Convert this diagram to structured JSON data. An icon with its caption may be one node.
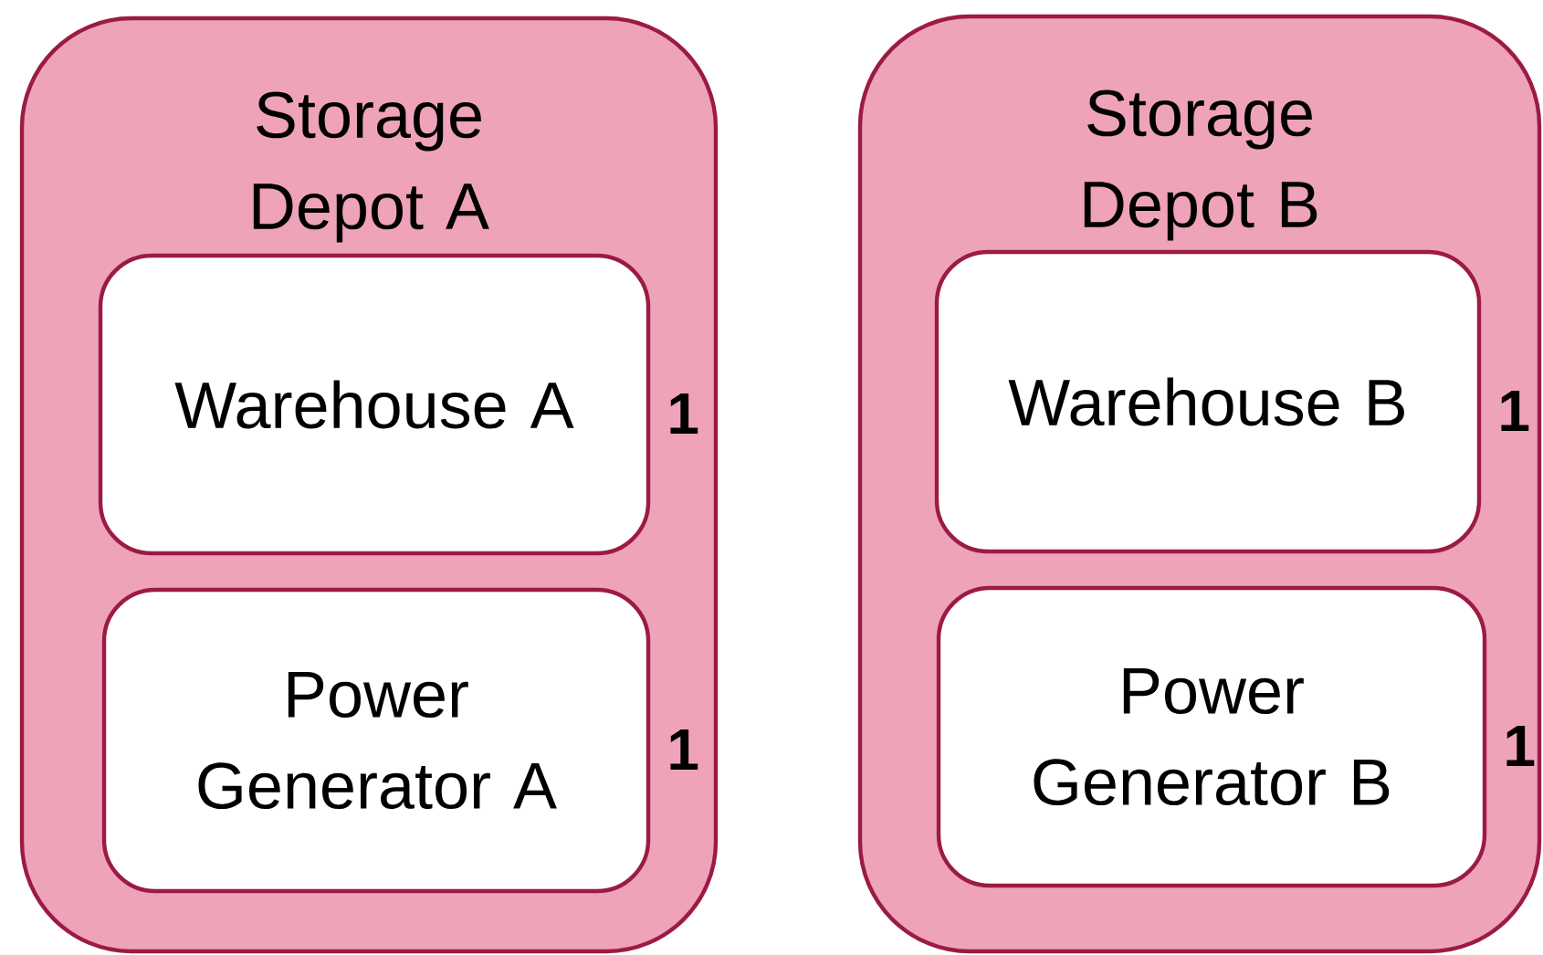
{
  "diagram": {
    "nodes": [
      {
        "text": [
          "Storage Depot A"
        ]
      },
      {
        "text": [
          "Warehouse A"
        ],
        "in": 0,
        "beside": [
          "1"
        ]
      },
      {
        "text": [
          "Power Generator A"
        ],
        "in": 0,
        "beside": [
          "1"
        ]
      },
      {
        "text": [
          "Storage Depot B"
        ]
      },
      {
        "text": [
          "Warehouse B"
        ],
        "in": 3,
        "beside": [
          "1"
        ]
      },
      {
        "text": [
          "Power Generator B"
        ],
        "in": 3,
        "beside": [
          "1"
        ]
      }
    ]
  }
}
